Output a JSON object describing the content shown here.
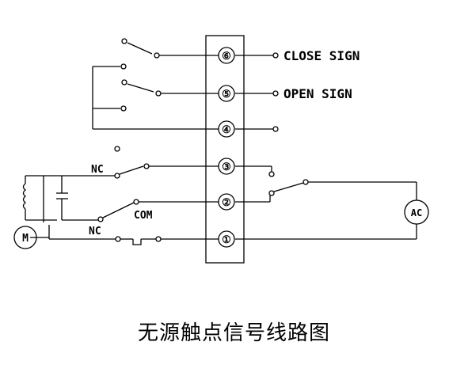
{
  "terminals": [
    "①",
    "②",
    "③",
    "④",
    "⑤",
    "⑥"
  ],
  "signals": {
    "close": "CLOSE SIGN",
    "open": "OPEN SIGN"
  },
  "labels": {
    "nc_upper": "NC",
    "nc_lower": "NC",
    "com": "COM",
    "motor": "M",
    "ac": "AC"
  },
  "caption": "无源触点信号线路图"
}
